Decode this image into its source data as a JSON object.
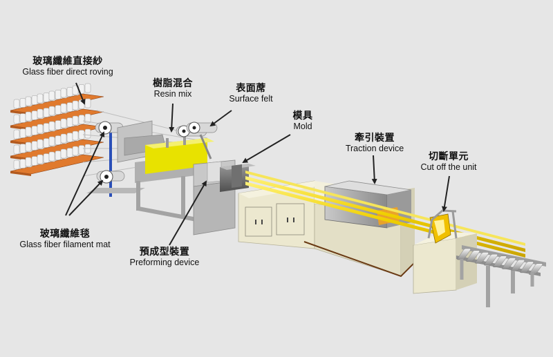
{
  "labels": {
    "roving": {
      "zh": "玻璃纖維直接紗",
      "en": "Glass fiber direct roving"
    },
    "resin": {
      "zh": "樹脂混合",
      "en": "Resin mix"
    },
    "surface": {
      "zh": "表面蓆",
      "en": "Surface felt"
    },
    "mold": {
      "zh": "模具",
      "en": "Mold"
    },
    "traction": {
      "zh": "牽引裝置",
      "en": "Traction device"
    },
    "cutoff": {
      "zh": "切斷單元",
      "en": "Cut off the unit"
    },
    "mat": {
      "zh": "玻璃纖維毯",
      "en": "Glass fiber filament mat"
    },
    "preforming": {
      "zh": "預成型裝置",
      "en": "Preforming device"
    }
  },
  "colors": {
    "background": "#e6e6e6",
    "frame": "#a7a7a7",
    "cabinet": "#ece8cf",
    "resin_yellow": "#e8e200",
    "rod_yellow": "#f0d000",
    "spool_orange": "#e07a2e",
    "arrow": "#222222"
  }
}
